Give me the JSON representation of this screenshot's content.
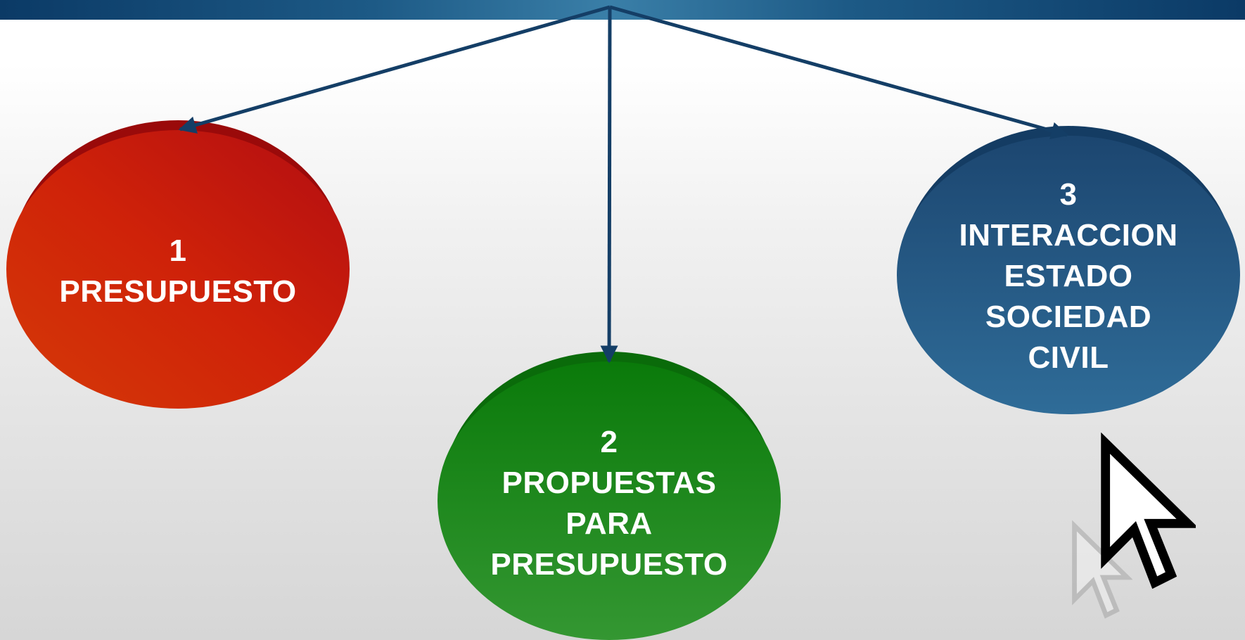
{
  "colors": {
    "top_bar": "#1d5a86",
    "connector": "#143e66",
    "node_1": "#c81d0e",
    "node_2": "#1c8a1c",
    "node_3": "#235b86",
    "node_text": "#ffffff"
  },
  "nodes": [
    {
      "number": "1",
      "lines": [
        "PRESUPUESTO"
      ]
    },
    {
      "number": "2",
      "lines": [
        "PROPUESTAS",
        "PARA",
        "PRESUPUESTO"
      ]
    },
    {
      "number": "3",
      "lines": [
        "INTERACCION",
        "ESTADO",
        "SOCIEDAD",
        "CIVIL"
      ]
    }
  ],
  "icons": {
    "cursor": "mouse-pointer-icon",
    "cursor_shadow": "mouse-pointer-shadow-icon"
  }
}
